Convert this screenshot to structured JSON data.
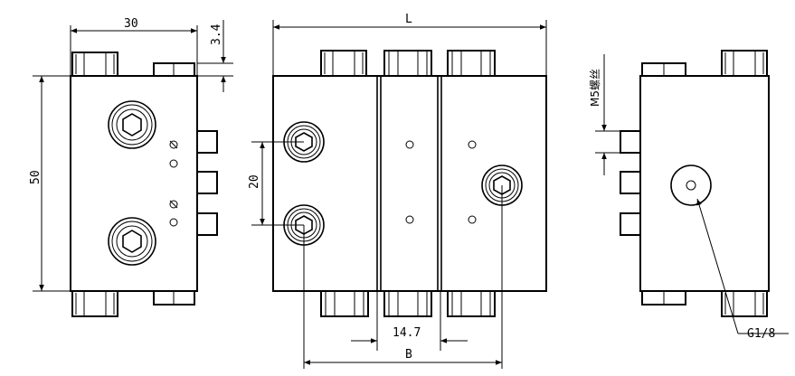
{
  "drawing": {
    "left_view": {
      "width_dim": "30",
      "height_dim": "50",
      "offset_dim": "3.4"
    },
    "front_view": {
      "length_dim": "L",
      "port_pitch_dim": "20",
      "section_dim": "14.7",
      "pitch_dim": "B"
    },
    "right_view": {
      "thread_note": "M5螺丝",
      "port_note": "G1/8"
    }
  }
}
